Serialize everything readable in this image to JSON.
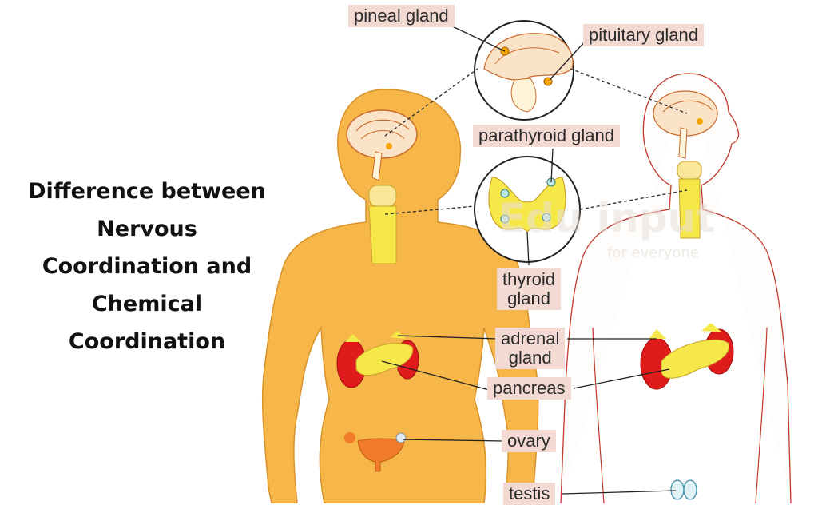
{
  "title": {
    "lines": [
      "Difference between",
      "Nervous",
      "Coordination and",
      "Chemical",
      "Coordination"
    ]
  },
  "labels": {
    "pineal": "pineal gland",
    "pituitary": "pituitary gland",
    "parathyroid": "parathyroid gland",
    "thyroid": [
      "thyroid",
      "gland"
    ],
    "adrenal": [
      "adrenal",
      "gland"
    ],
    "pancreas": "pancreas",
    "ovary": "ovary",
    "testis": "testis"
  },
  "watermark": {
    "brand": "Edu input",
    "tagline": "for everyone"
  },
  "colors": {
    "female_body": "#f7b64a",
    "male_outline": "#c0392b",
    "kidney": "#e01b1b",
    "gland_yellow": "#f7e84a",
    "organ_orange": "#f07c2a",
    "label_bg": "#f2d9d2"
  }
}
